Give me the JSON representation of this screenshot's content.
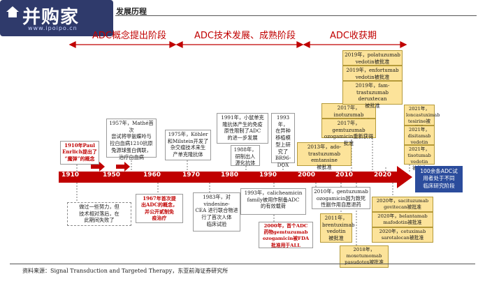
{
  "logo": {
    "wordmark": "并购家",
    "url": "www.ipoipo.cn"
  },
  "title": "发展历程",
  "phases": [
    "ADC概念提出阶段",
    "ADC技术发展、成熟阶段",
    "ADC收获期"
  ],
  "years": [
    "1910",
    "1950",
    "1960",
    "1970",
    "1980",
    "1990",
    "2000",
    "2010",
    "2020"
  ],
  "events_above": {
    "e1910": "1910年Paul\nEnrlich提出了\n“魔弹”的概念",
    "e1957": "1957年，Mathé首次\n尝试将甲氨蝶呤与\n拉白血病1210抗原\n兔源球蛋白偶联，\n治疗白血病",
    "e1975": "1975年，Köhler\n和Milstein开发了\n杂交瘤技术来生\n产单克隆抗体",
    "e1991": "1991年，小鼠单克\n隆抗体产生的免疫\n原性限制了ADC\n的进一步发展",
    "e1988": "1988年，\n研制出人\n源化抗体",
    "e1993": "1993年，\n在异种\n移植模\n型上研\n究了\nBR96-\nDOX",
    "e2013": "2013年，ado-\ntrastuzumab emtansine\n被批准",
    "e2017a": "2017年，inotuzumab\nozogamicin被批准",
    "e2017b": "2017年，gemtuzumab\nozogamicin重新获得\n批准",
    "e2019a": "2019年，polatuzumab\nvedotin被批准",
    "e2019b": "2019年，enfortumab\nvedotin被批准",
    "e2019c": "2019年，fam-\ntrastuzumab deruxtecan\n被批准",
    "e2021a": "2021年，\nloncastuximab\ntesirine被批准",
    "e2021b": "2021年，\ndisitamab vedotin\n被批准",
    "e2021c": "2021年，\ntisotumab vedotin\n被批准"
  },
  "events_below": {
    "b_early": "做过一些努力，但\n技术相对落后，在\n此期间失败了",
    "b1967": "1967年首次提\n出ADC的概念，\n并公开贰制免\n疫治疗",
    "b1983": "1983年，对\nvindesine-\nCEA 进行联合物进\n行了首次人体\n临床试验",
    "b1993": "1993年，calicheamicin\nfamily被用作制备ADC\n的有效载荷",
    "b2000": "2000年，首个ADC\n药物gemtuzumab\nozogamicin被FDA\n批准用于ALL",
    "b2010": "2010年，gentuzumab\nozogamicin因为致死\n性副作用自愿退药",
    "b2011": "2011年，\nbrentuximab\nvedotin\n被批准",
    "b2018": "2018年，\nmoxetumomab\npasudotox被批准",
    "b2020a": "2020年，sacituzumab\ngovitecan被批准",
    "b2020b": "2020年，belantamab\nmafodotin被批准",
    "b2020c": "2020年，cetuximab\nsarotalocan被批准"
  },
  "final_note": "100余条ADC试\n用者处于不同\n临床研究阶段",
  "source": "资料来源：Signal Transduction and Targeted Therapy，东亚前海证券研究所",
  "colors": {
    "red": "#c00000",
    "yellow": "#fce39a",
    "blue": "#2b4c9c"
  }
}
